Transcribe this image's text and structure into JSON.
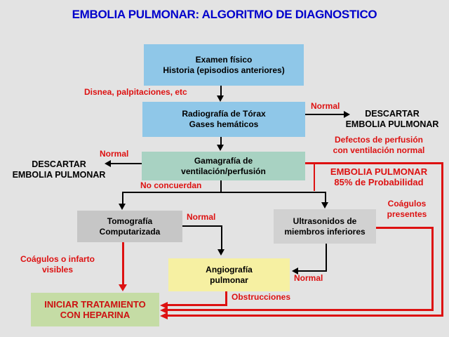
{
  "title": "EMBOLIA PULMONAR: ALGORITMO DE DIAGNOSTICO",
  "colors": {
    "background": "#E3E3E3",
    "title_blue": "#0000CC",
    "label_red": "#DD1111",
    "box_light_blue": "#8FC7E8",
    "box_teal": "#A8D2C2",
    "box_gray_dark": "#C6C6C6",
    "box_gray_light": "#D1D1D1",
    "box_yellow": "#F6F0A2",
    "box_green": "#C5DCA5",
    "text_black": "#000000"
  },
  "boxes": {
    "examen": {
      "line1": "Examen físico",
      "line2": "Historia (episodios anteriores)"
    },
    "radiografia": {
      "line1": "Radiografía de Tórax",
      "line2": "Gases hemáticos"
    },
    "gamagrafia": {
      "line1": "Gamagrafía de",
      "line2": "ventilación/perfusión"
    },
    "tomografia": {
      "line1": "Tomografía",
      "line2": "Computarizada"
    },
    "ultrasonidos": {
      "line1": "Ultrasonidos de",
      "line2": "miembros inferiores"
    },
    "angiografia": {
      "line1": "Angiografía",
      "line2": "pulmonar"
    },
    "iniciar": {
      "line1": "INICIAR TRATAMIENTO",
      "line2": "CON HEPARINA"
    },
    "embolia85": {
      "line1": "EMBOLIA PULMONAR",
      "line2": "85%  de Probabilidad"
    }
  },
  "labels": {
    "disnea": "Disnea, palpitaciones, etc",
    "normal_radiografia": "Normal",
    "descartar_right_1": "DESCARTAR",
    "descartar_right_2": "EMBOLIA PULMONAR",
    "defectos_1": "Defectos de perfusión",
    "defectos_2": "con ventilación normal",
    "normal_gamagrafia": "Normal",
    "descartar_left_1": "DESCARTAR",
    "descartar_left_2": "EMBOLIA PULMONAR",
    "no_concuerdan": "No concuerdan",
    "coagulos_presentes_1": "Coágulos",
    "coagulos_presentes_2": "presentes",
    "normal_tomografia": "Normal",
    "normal_ultrasonidos": "Normal",
    "coagulos_infarto_1": "Coágulos o infarto",
    "coagulos_infarto_2": "visibles",
    "obstrucciones": "Obstrucciones"
  }
}
